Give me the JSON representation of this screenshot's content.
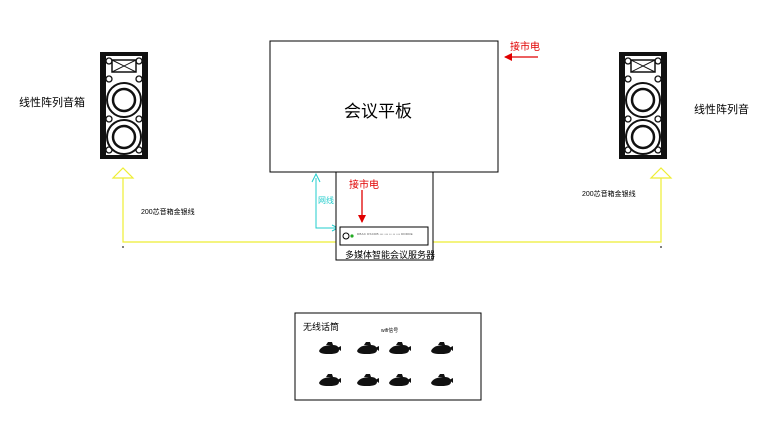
{
  "panel": {
    "title": "会议平板"
  },
  "power": {
    "panel_label": "接市电",
    "server_label": "接市电"
  },
  "network": {
    "label": "网线"
  },
  "server": {
    "label": "多媒体智能会议服务器",
    "front_text": "DBAC DSCDB ••• ••• •• •• ••• DDDDE"
  },
  "speakers": {
    "left": {
      "label": "线性阵列音箱",
      "cable_label": "200芯音箱金银线"
    },
    "right": {
      "label": "线性阵列音",
      "cable_label": "200芯音箱金银线"
    }
  },
  "wireless": {
    "title": "无线话筒",
    "signal_label": "wifi信号",
    "mic_count": 8
  },
  "colors": {
    "power_arrow": "#e00000",
    "power_text": "#e00000",
    "speaker_cable": "#eeee33",
    "network_cable": "#22cccc",
    "outline": "#000000"
  }
}
